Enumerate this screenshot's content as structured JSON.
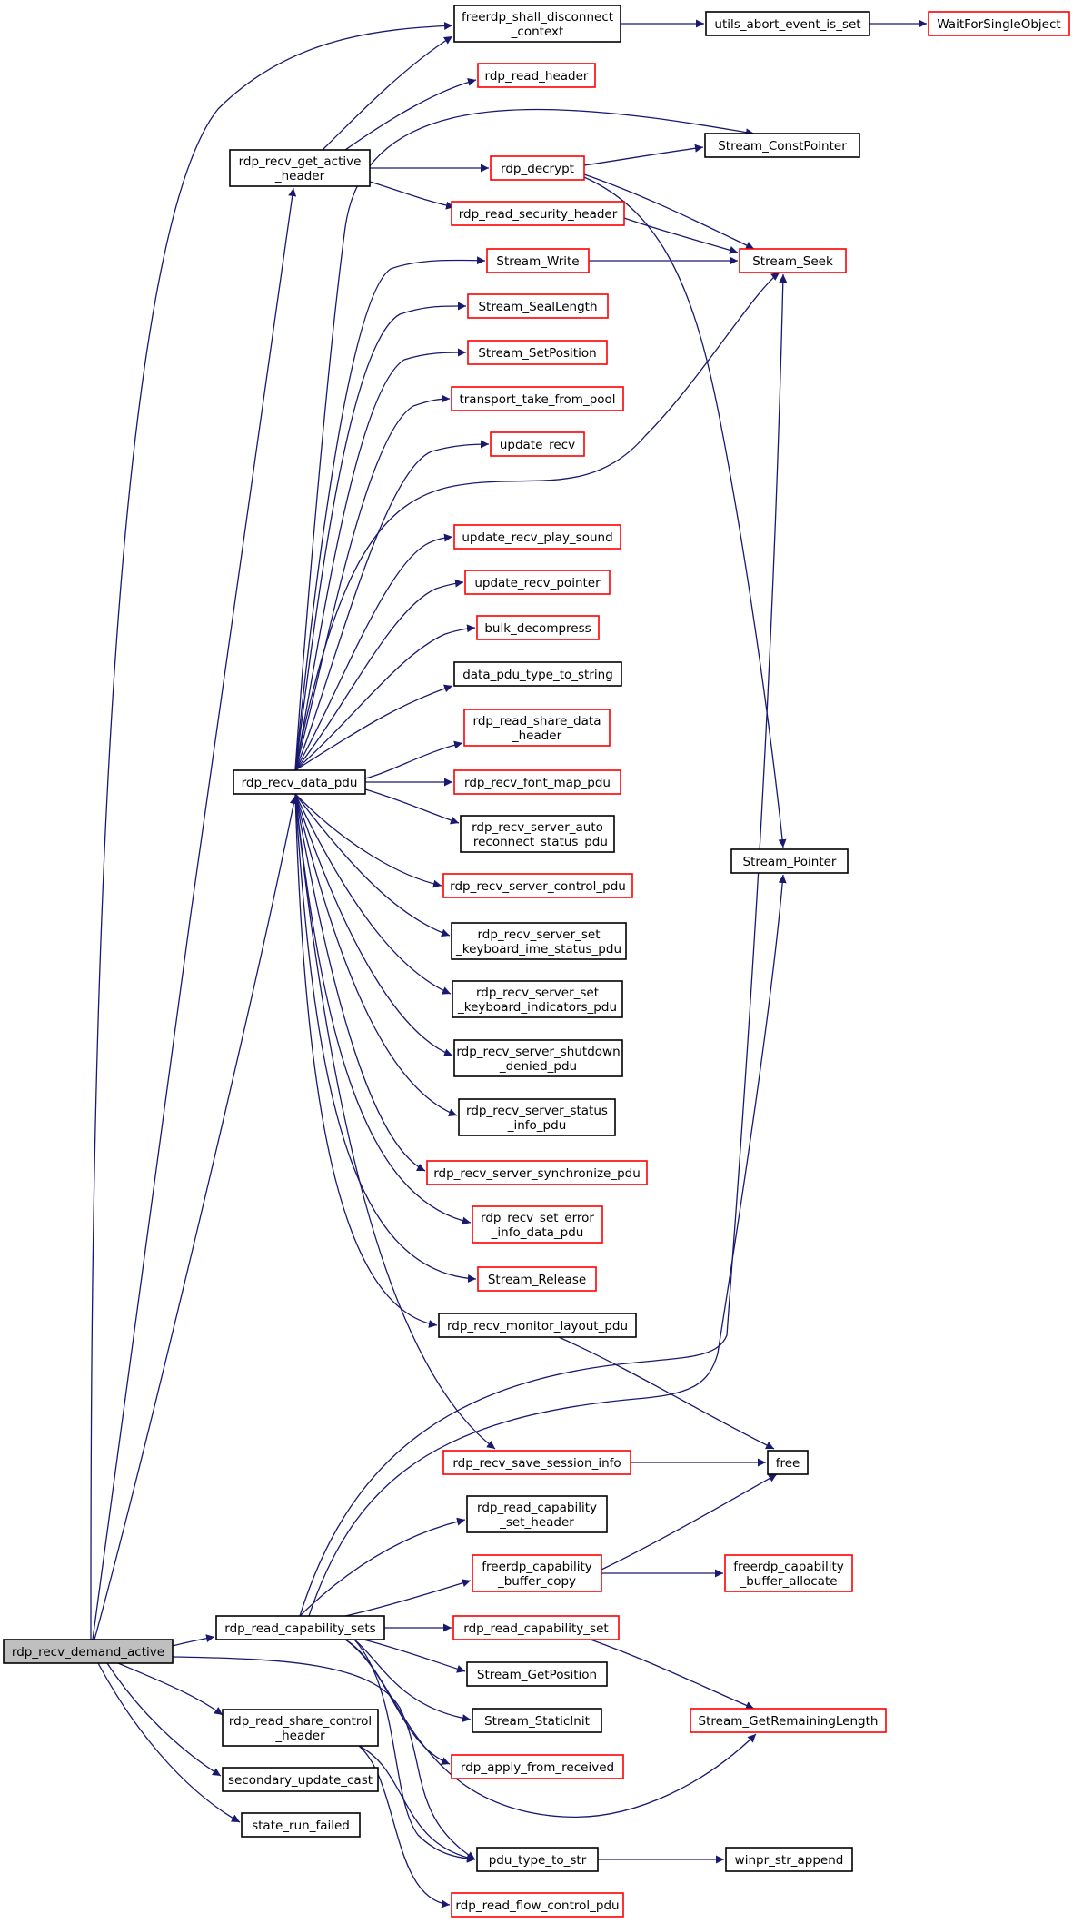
{
  "colors": {
    "edge": "#191970",
    "border_black": "#000000",
    "border_red": "#ff0000",
    "root_fill": "#bfbfbf",
    "node_fill": "#ffffff"
  },
  "nodes": [
    {
      "id": "root",
      "lines": [
        "rdp_recv_demand_active"
      ],
      "style": "root"
    },
    {
      "id": "shall_disc",
      "lines": [
        "freerdp_shall_disconnect",
        "_context"
      ],
      "style": "black"
    },
    {
      "id": "abort",
      "lines": [
        "utils_abort_event_is_set"
      ],
      "style": "black"
    },
    {
      "id": "wfso",
      "lines": [
        "WaitForSingleObject"
      ],
      "style": "red"
    },
    {
      "id": "read_header",
      "lines": [
        "rdp_read_header"
      ],
      "style": "red"
    },
    {
      "id": "get_active_header",
      "lines": [
        "rdp_recv_get_active",
        "_header"
      ],
      "style": "black"
    },
    {
      "id": "decrypt",
      "lines": [
        "rdp_decrypt"
      ],
      "style": "red"
    },
    {
      "id": "const_ptr",
      "lines": [
        "Stream_ConstPointer"
      ],
      "style": "black"
    },
    {
      "id": "sec_header",
      "lines": [
        "rdp_read_security_header"
      ],
      "style": "red"
    },
    {
      "id": "seek",
      "lines": [
        "Stream_Seek"
      ],
      "style": "red"
    },
    {
      "id": "write",
      "lines": [
        "Stream_Write"
      ],
      "style": "red"
    },
    {
      "id": "seal",
      "lines": [
        "Stream_SealLength"
      ],
      "style": "red"
    },
    {
      "id": "setpos",
      "lines": [
        "Stream_SetPosition"
      ],
      "style": "red"
    },
    {
      "id": "pool",
      "lines": [
        "transport_take_from_pool"
      ],
      "style": "red"
    },
    {
      "id": "upd_recv",
      "lines": [
        "update_recv"
      ],
      "style": "red"
    },
    {
      "id": "play_sound",
      "lines": [
        "update_recv_play_sound"
      ],
      "style": "red"
    },
    {
      "id": "recv_pointer",
      "lines": [
        "update_recv_pointer"
      ],
      "style": "red"
    },
    {
      "id": "bulk",
      "lines": [
        "bulk_decompress"
      ],
      "style": "red"
    },
    {
      "id": "pdu_type_str",
      "lines": [
        "data_pdu_type_to_string"
      ],
      "style": "black"
    },
    {
      "id": "share_data",
      "lines": [
        "rdp_read_share_data",
        "_header"
      ],
      "style": "red"
    },
    {
      "id": "data_pdu",
      "lines": [
        "rdp_recv_data_pdu"
      ],
      "style": "black"
    },
    {
      "id": "font_map",
      "lines": [
        "rdp_recv_font_map_pdu"
      ],
      "style": "red"
    },
    {
      "id": "auto_reconnect",
      "lines": [
        "rdp_recv_server_auto",
        "_reconnect_status_pdu"
      ],
      "style": "black"
    },
    {
      "id": "control",
      "lines": [
        "rdp_recv_server_control_pdu"
      ],
      "style": "red"
    },
    {
      "id": "ime",
      "lines": [
        "rdp_recv_server_set",
        "_keyboard_ime_status_pdu"
      ],
      "style": "black"
    },
    {
      "id": "indicators",
      "lines": [
        "rdp_recv_server_set",
        "_keyboard_indicators_pdu"
      ],
      "style": "black"
    },
    {
      "id": "shutdown",
      "lines": [
        "rdp_recv_server_shutdown",
        "_denied_pdu"
      ],
      "style": "black"
    },
    {
      "id": "status_info",
      "lines": [
        "rdp_recv_server_status",
        "_info_pdu"
      ],
      "style": "black"
    },
    {
      "id": "sync",
      "lines": [
        "rdp_recv_server_synchronize_pdu"
      ],
      "style": "red"
    },
    {
      "id": "err_info",
      "lines": [
        "rdp_recv_set_error",
        "_info_data_pdu"
      ],
      "style": "red"
    },
    {
      "id": "release",
      "lines": [
        "Stream_Release"
      ],
      "style": "red"
    },
    {
      "id": "monitor",
      "lines": [
        "rdp_recv_monitor_layout_pdu"
      ],
      "style": "black"
    },
    {
      "id": "stream_ptr",
      "lines": [
        "Stream_Pointer"
      ],
      "style": "black"
    },
    {
      "id": "save_session",
      "lines": [
        "rdp_recv_save_session_info"
      ],
      "style": "red"
    },
    {
      "id": "free",
      "lines": [
        "free"
      ],
      "style": "black"
    },
    {
      "id": "cap_set_header",
      "lines": [
        "rdp_read_capability",
        "_set_header"
      ],
      "style": "black"
    },
    {
      "id": "cap_buf_copy",
      "lines": [
        "freerdp_capability",
        "_buffer_copy"
      ],
      "style": "red"
    },
    {
      "id": "cap_buf_alloc",
      "lines": [
        "freerdp_capability",
        "_buffer_allocate"
      ],
      "style": "red"
    },
    {
      "id": "read_cap_sets",
      "lines": [
        "rdp_read_capability_sets"
      ],
      "style": "black"
    },
    {
      "id": "read_cap_set",
      "lines": [
        "rdp_read_capability_set"
      ],
      "style": "red"
    },
    {
      "id": "getpos",
      "lines": [
        "Stream_GetPosition"
      ],
      "style": "black"
    },
    {
      "id": "static_init",
      "lines": [
        "Stream_StaticInit"
      ],
      "style": "black"
    },
    {
      "id": "remaining",
      "lines": [
        "Stream_GetRemainingLength"
      ],
      "style": "red"
    },
    {
      "id": "share_ctrl",
      "lines": [
        "rdp_read_share_control",
        "_header"
      ],
      "style": "black"
    },
    {
      "id": "apply",
      "lines": [
        "rdp_apply_from_received"
      ],
      "style": "red"
    },
    {
      "id": "sec_update",
      "lines": [
        "secondary_update_cast"
      ],
      "style": "black"
    },
    {
      "id": "run_failed",
      "lines": [
        "state_run_failed"
      ],
      "style": "black"
    },
    {
      "id": "pdu_to_str",
      "lines": [
        "pdu_type_to_str"
      ],
      "style": "black"
    },
    {
      "id": "str_append",
      "lines": [
        "winpr_str_append"
      ],
      "style": "black"
    },
    {
      "id": "flow_ctrl",
      "lines": [
        "rdp_read_flow_control_pdu"
      ],
      "style": "red"
    }
  ],
  "edges": [
    [
      "root",
      "shall_disc"
    ],
    [
      "root",
      "get_active_header"
    ],
    [
      "root",
      "data_pdu"
    ],
    [
      "root",
      "read_cap_sets"
    ],
    [
      "root",
      "pdu_to_str"
    ],
    [
      "root",
      "share_ctrl"
    ],
    [
      "root",
      "sec_update"
    ],
    [
      "root",
      "run_failed"
    ],
    [
      "shall_disc",
      "abort"
    ],
    [
      "abort",
      "wfso"
    ],
    [
      "get_active_header",
      "shall_disc"
    ],
    [
      "get_active_header",
      "read_header"
    ],
    [
      "get_active_header",
      "decrypt"
    ],
    [
      "get_active_header",
      "sec_header"
    ],
    [
      "decrypt",
      "const_ptr"
    ],
    [
      "decrypt",
      "seek"
    ],
    [
      "decrypt",
      "stream_ptr"
    ],
    [
      "sec_header",
      "seek"
    ],
    [
      "write",
      "seek"
    ],
    [
      "data_pdu",
      "const_ptr"
    ],
    [
      "data_pdu",
      "write"
    ],
    [
      "data_pdu",
      "seal"
    ],
    [
      "data_pdu",
      "setpos"
    ],
    [
      "data_pdu",
      "pool"
    ],
    [
      "data_pdu",
      "upd_recv"
    ],
    [
      "data_pdu",
      "seek"
    ],
    [
      "data_pdu",
      "play_sound"
    ],
    [
      "data_pdu",
      "recv_pointer"
    ],
    [
      "data_pdu",
      "bulk"
    ],
    [
      "data_pdu",
      "pdu_type_str"
    ],
    [
      "data_pdu",
      "share_data"
    ],
    [
      "data_pdu",
      "font_map"
    ],
    [
      "data_pdu",
      "auto_reconnect"
    ],
    [
      "data_pdu",
      "control"
    ],
    [
      "data_pdu",
      "ime"
    ],
    [
      "data_pdu",
      "indicators"
    ],
    [
      "data_pdu",
      "shutdown"
    ],
    [
      "data_pdu",
      "status_info"
    ],
    [
      "data_pdu",
      "sync"
    ],
    [
      "data_pdu",
      "err_info"
    ],
    [
      "data_pdu",
      "release"
    ],
    [
      "data_pdu",
      "monitor"
    ],
    [
      "data_pdu",
      "save_session"
    ],
    [
      "monitor",
      "free"
    ],
    [
      "save_session",
      "free"
    ],
    [
      "read_cap_sets",
      "seek"
    ],
    [
      "read_cap_sets",
      "stream_ptr"
    ],
    [
      "read_cap_sets",
      "cap_set_header"
    ],
    [
      "read_cap_sets",
      "cap_buf_copy"
    ],
    [
      "read_cap_sets",
      "read_cap_set"
    ],
    [
      "read_cap_sets",
      "getpos"
    ],
    [
      "read_cap_sets",
      "static_init"
    ],
    [
      "read_cap_sets",
      "apply"
    ],
    [
      "read_cap_sets",
      "remaining"
    ],
    [
      "read_cap_sets",
      "pdu_to_str"
    ],
    [
      "cap_buf_copy",
      "free"
    ],
    [
      "cap_buf_copy",
      "cap_buf_alloc"
    ],
    [
      "read_cap_set",
      "remaining"
    ],
    [
      "share_ctrl",
      "pdu_to_str"
    ],
    [
      "share_ctrl",
      "flow_ctrl"
    ],
    [
      "pdu_to_str",
      "str_append"
    ]
  ]
}
